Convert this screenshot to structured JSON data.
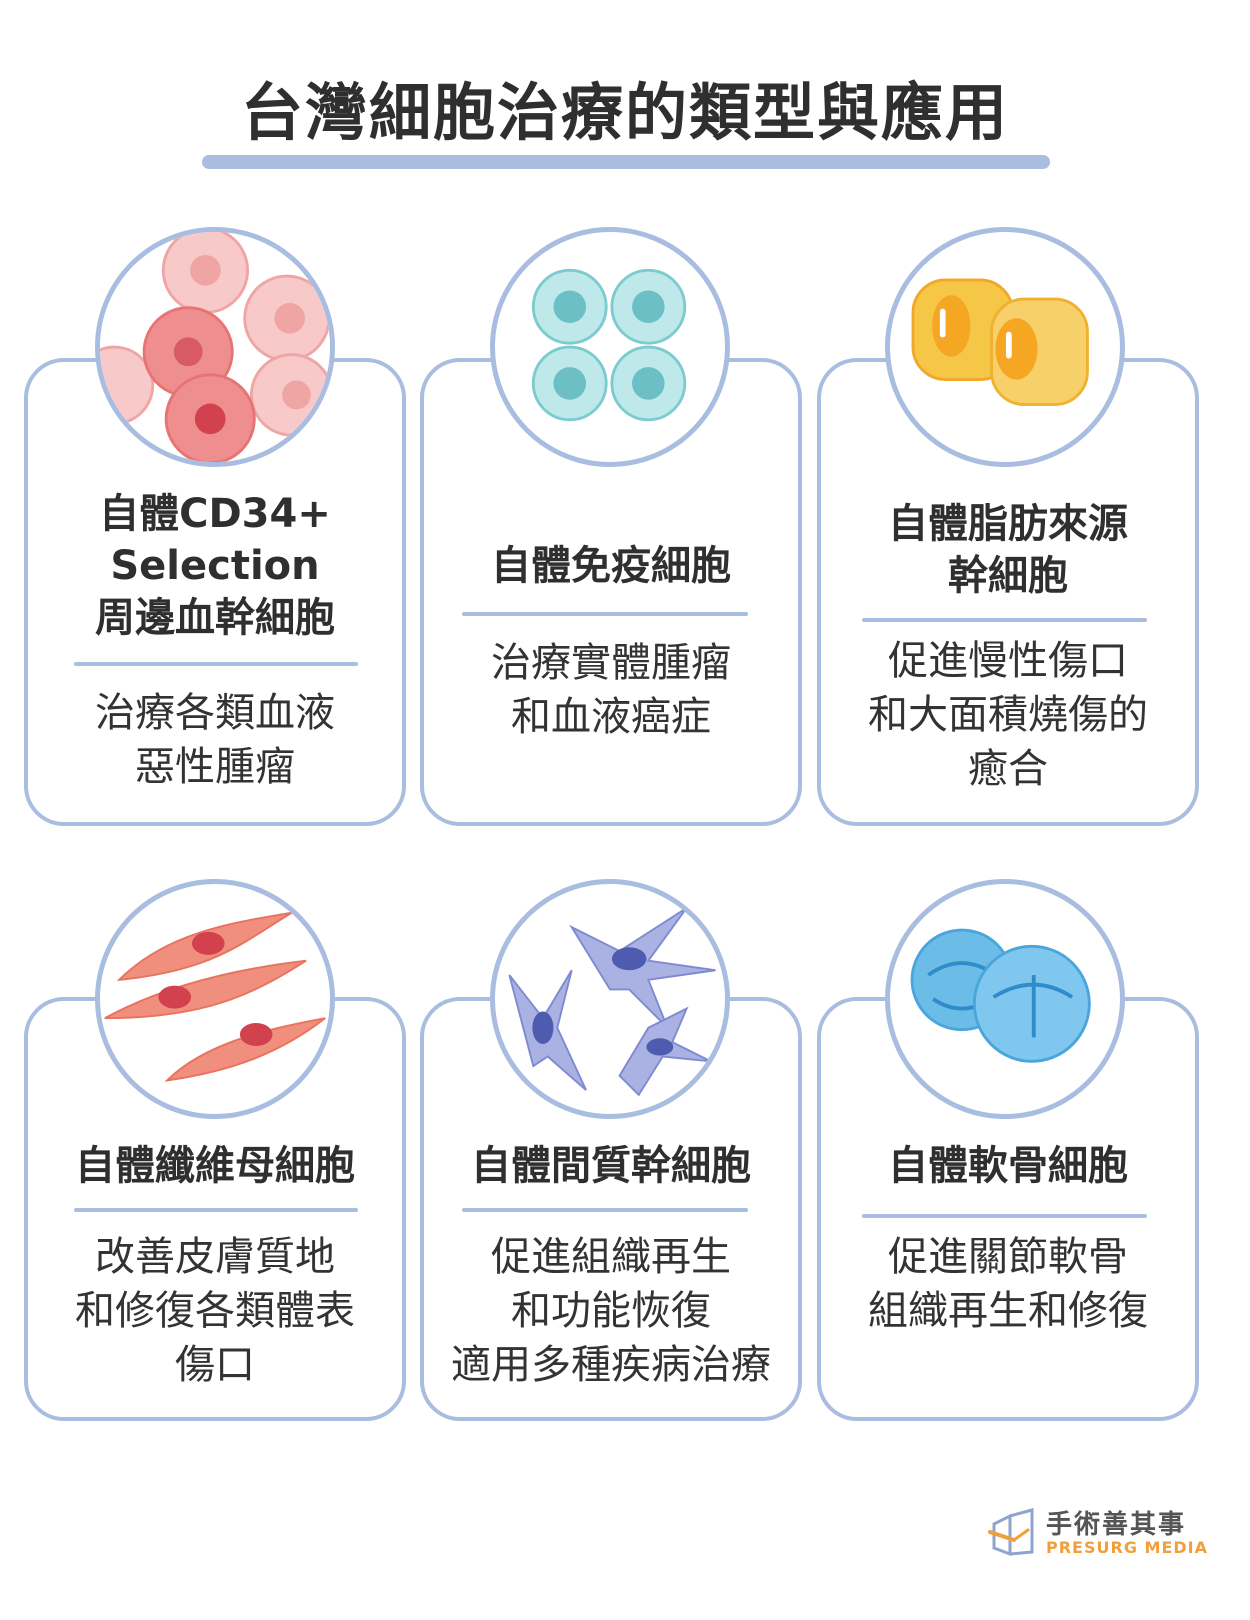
{
  "title": "台灣細胞治療的類型與應用",
  "cards": [
    {
      "name_lines": [
        "自體CD34+",
        "Selection",
        "周邊血幹細胞"
      ],
      "desc_lines": [
        "治療各類血液",
        "惡性腫瘤"
      ],
      "icon": "red-blood-cell-icon"
    },
    {
      "name_lines": [
        "自體免疫細胞"
      ],
      "desc_lines": [
        "治療實體腫瘤",
        "和血液癌症"
      ],
      "icon": "immune-cell-icon"
    },
    {
      "name_lines": [
        "自體脂肪來源",
        "幹細胞"
      ],
      "desc_lines": [
        "促進慢性傷口",
        "和大面積燒傷的",
        "癒合"
      ],
      "icon": "adipose-cell-icon"
    },
    {
      "name_lines": [
        "自體纖維母細胞"
      ],
      "desc_lines": [
        "改善皮膚質地",
        "和修復各類體表",
        "傷口"
      ],
      "icon": "fibroblast-icon"
    },
    {
      "name_lines": [
        "自體間質幹細胞"
      ],
      "desc_lines": [
        "促進組織再生",
        "和功能恢復",
        "適用多種疾病治療"
      ],
      "icon": "mesenchymal-stem-cell-icon"
    },
    {
      "name_lines": [
        "自體軟骨細胞"
      ],
      "desc_lines": [
        "促進關節軟骨",
        "組織再生和修復"
      ],
      "icon": "chondrocyte-icon"
    }
  ],
  "brand": {
    "name": "手術善其事",
    "sub": "PRESURG MEDIA"
  },
  "colors": {
    "accent": "#a8bde0",
    "text": "#2f2f2f",
    "brand_orange": "#f0a03a"
  }
}
